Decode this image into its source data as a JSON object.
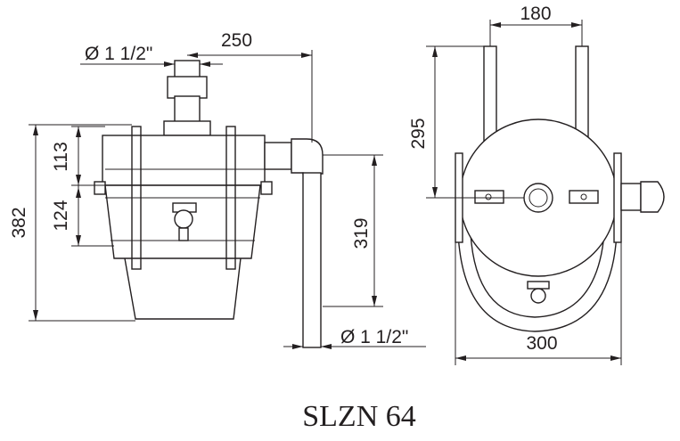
{
  "title": "SLZN 64",
  "side_view": {
    "dims": {
      "pipe_top": "Ø 1 1/2\"",
      "width_250": "250",
      "height_113": "113",
      "height_124": "124",
      "height_382": "382",
      "height_319": "319",
      "pipe_bottom": "Ø 1 1/2\""
    }
  },
  "front_view": {
    "dims": {
      "width_180": "180",
      "height_295": "295",
      "width_300": "300"
    }
  },
  "colors": {
    "line": "#231f20",
    "background": "#ffffff"
  }
}
